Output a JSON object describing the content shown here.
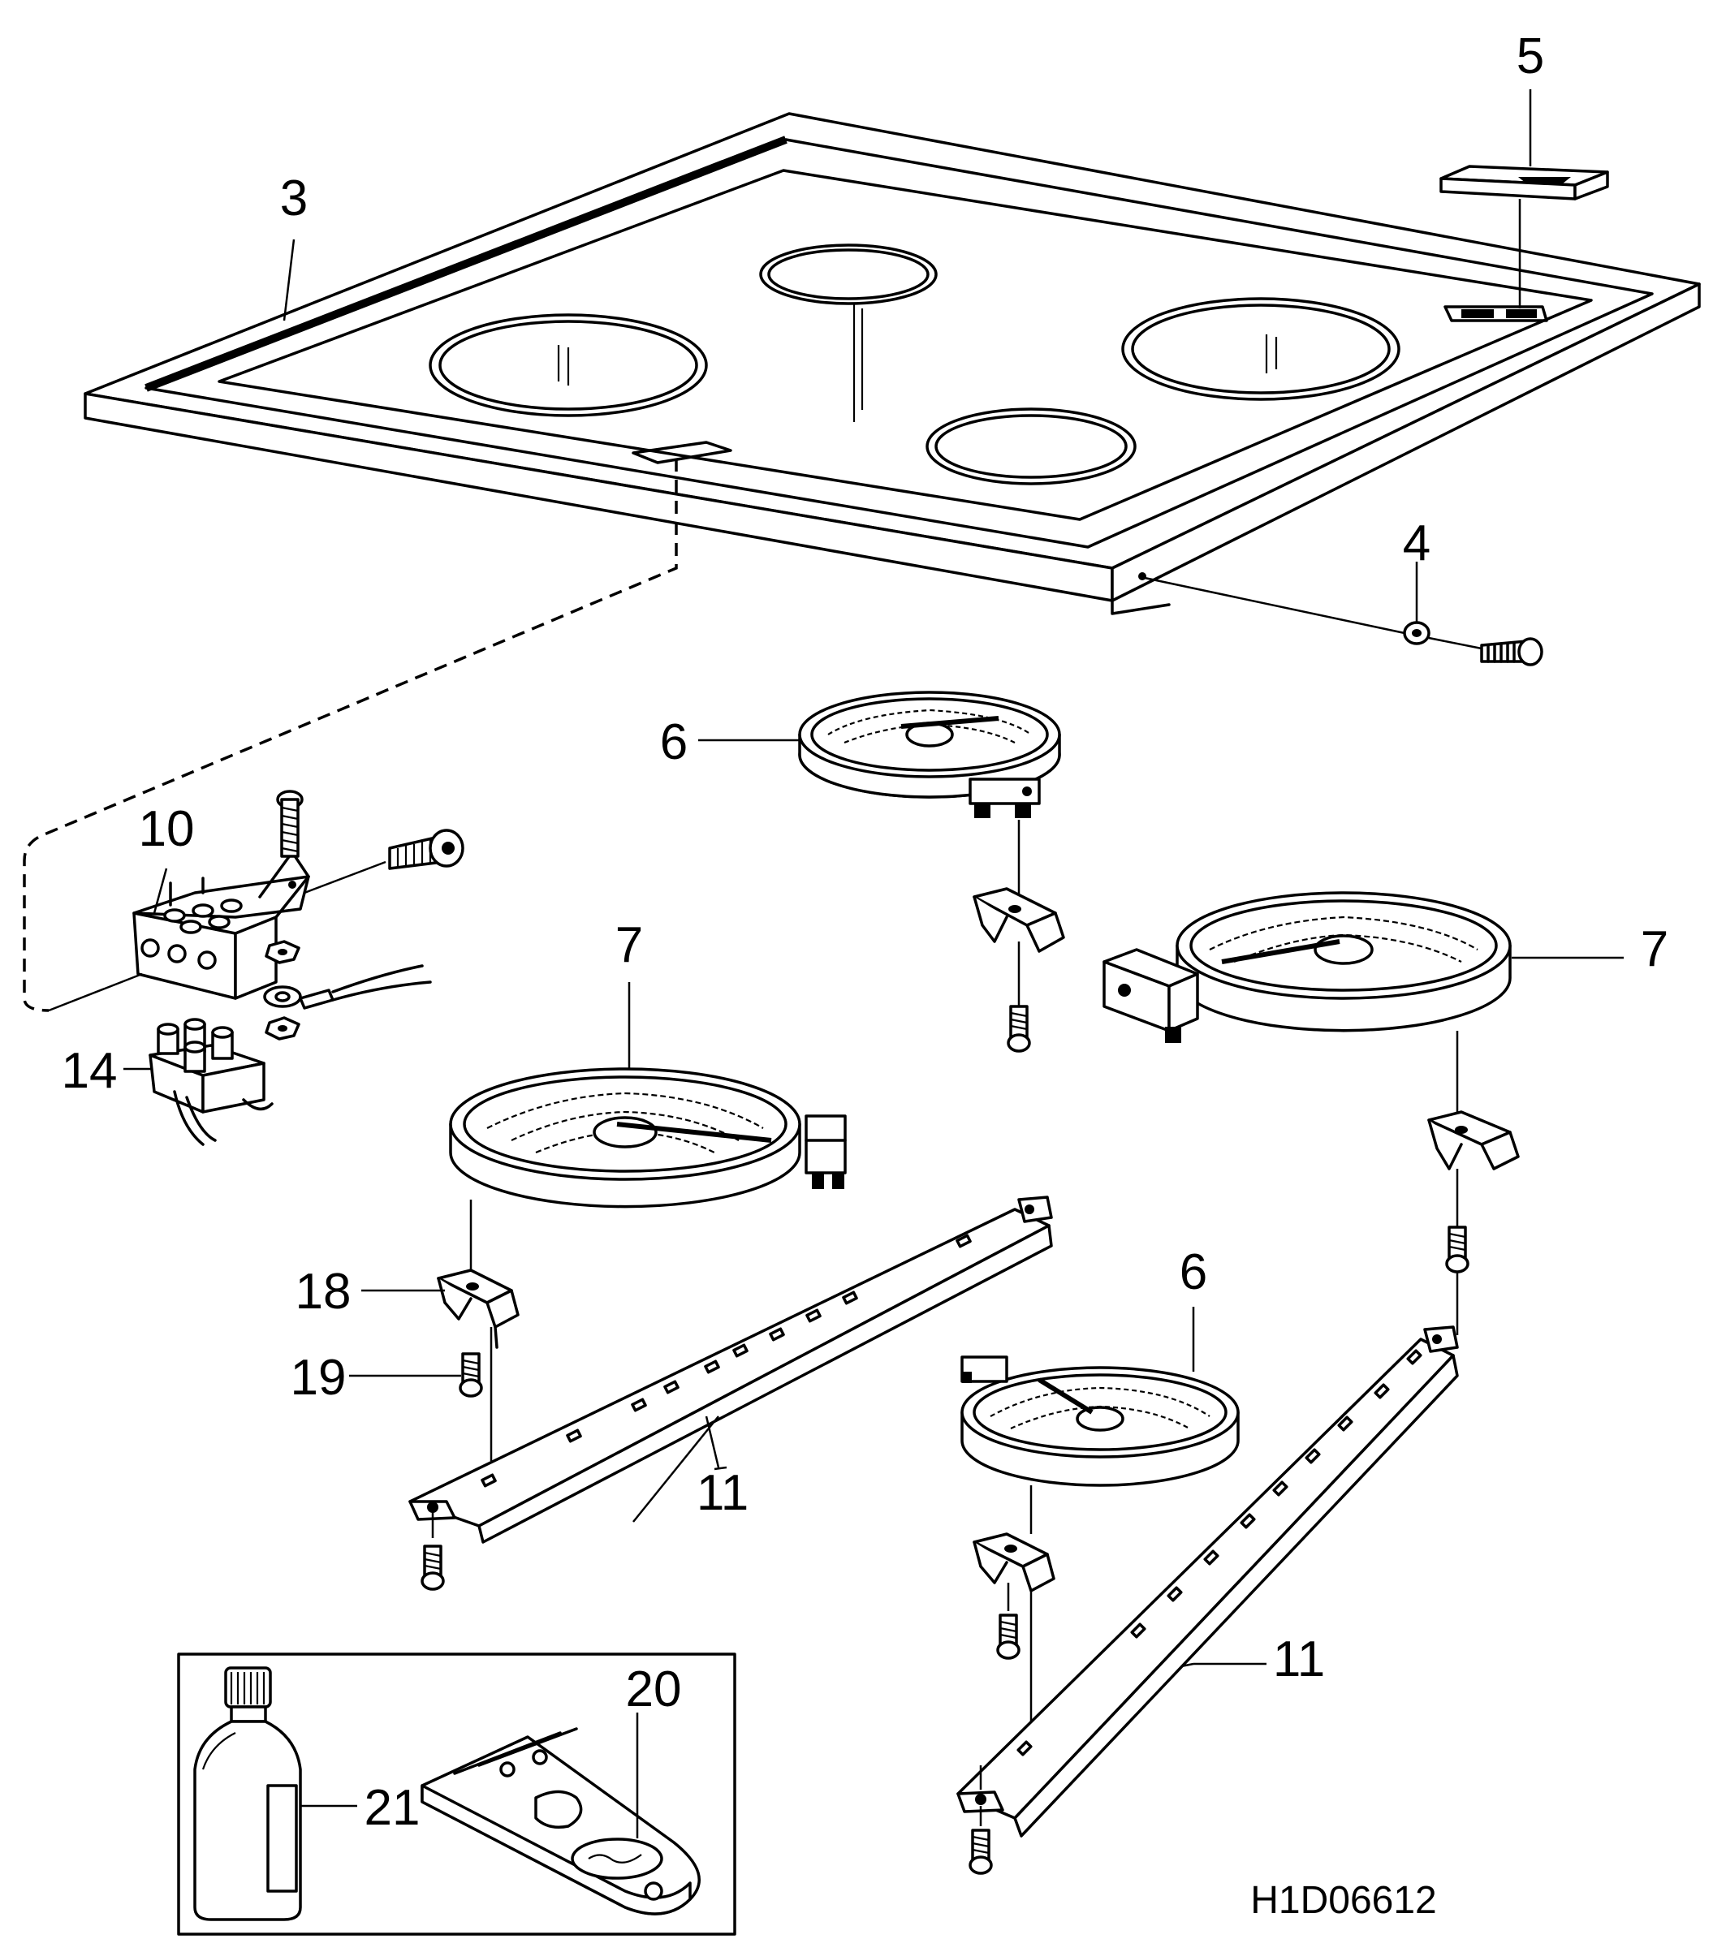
{
  "drawing": {
    "code": "H1D06612",
    "callouts": [
      {
        "id": "3",
        "label": "3"
      },
      {
        "id": "4",
        "label": "4"
      },
      {
        "id": "5",
        "label": "5"
      },
      {
        "id": "6a",
        "label": "6"
      },
      {
        "id": "6b",
        "label": "6"
      },
      {
        "id": "7a",
        "label": "7"
      },
      {
        "id": "7b",
        "label": "7"
      },
      {
        "id": "10",
        "label": "10"
      },
      {
        "id": "11a",
        "label": "11"
      },
      {
        "id": "11b",
        "label": "11"
      },
      {
        "id": "14",
        "label": "14"
      },
      {
        "id": "18",
        "label": "18"
      },
      {
        "id": "19",
        "label": "19"
      },
      {
        "id": "20",
        "label": "20"
      },
      {
        "id": "21",
        "label": "21"
      }
    ]
  }
}
